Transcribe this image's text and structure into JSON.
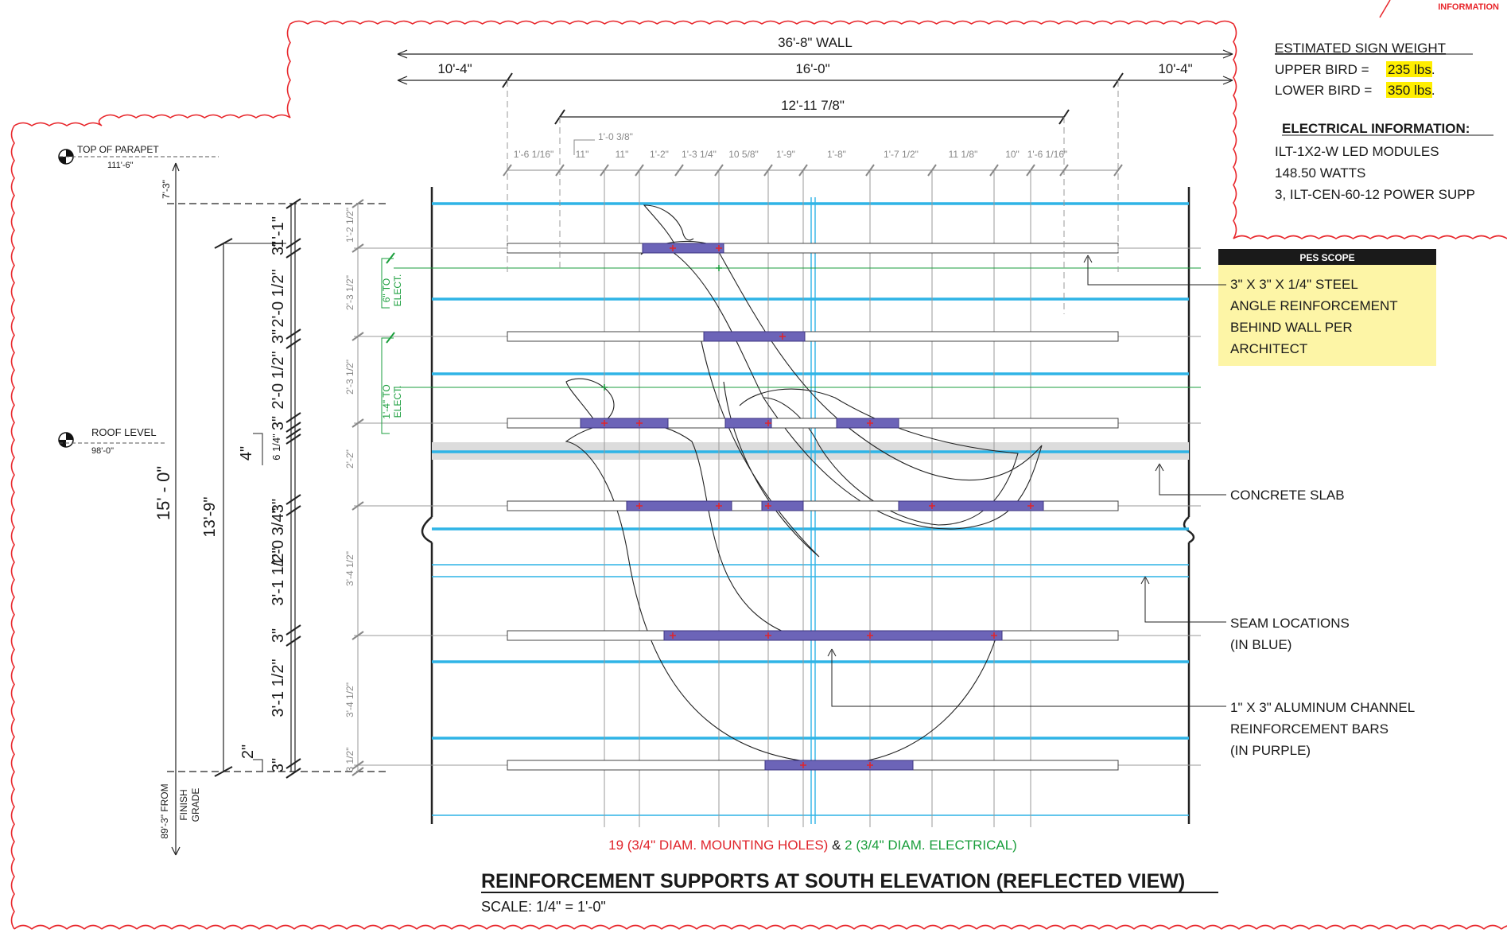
{
  "revision_tag": "INFORMATION",
  "overall_dims": {
    "wall": "36'-8\" WALL",
    "left": "10'-4\"",
    "center": "16'-0\"",
    "right": "10'-4\"",
    "inner": "12'-11 7/8\""
  },
  "spacing_dims": [
    "1'-6 1/16\"",
    "11\"",
    "11\"",
    "1'-2\"",
    "1'-3 1/4\"",
    "10 5/8\"",
    "1'-9\"",
    "1'-8\"",
    "1'-7 1/2\"",
    "11 1/8\"",
    "10\"",
    "1'-6 1/16\""
  ],
  "small_dim": "1'-0 3/8\"",
  "levels": {
    "parapet_label": "TOP OF PARAPET",
    "parapet_elev": "111'-6\"",
    "roof_label": "ROOF LEVEL",
    "roof_elev": "98'-0\"",
    "grade_dim": "89'-3\" FROM",
    "grade_line2": "FINISH",
    "grade_line3": "GRADE"
  },
  "vertical_dims": {
    "total": "15' - 0\"",
    "to_bottom_bar": "13'-9\"",
    "top_gap": "7'-3\"",
    "col3": [
      "1'-1\"",
      "2'-0 1/2\"",
      "2'-0 1/2\"",
      "6 1/4\"",
      "1'-0 3/4\"",
      "3'-1 1/2\"",
      "3'-1 1/2\""
    ],
    "bar_depths": [
      "3\"",
      "3\"",
      "3\"",
      "3\"",
      "3\"",
      "3\""
    ],
    "four_in": "4\"",
    "two_in": "2\"",
    "gray": [
      "1'-2 1/2\"",
      "2'-3 1/2\"",
      "2'-3 1/2\"",
      "2'-2\"",
      "3'-4 1/2\"",
      "3'-4 1/2\"",
      "3 1/2\""
    ],
    "elect_1_a": "6\" TO",
    "elect_1_b": "ELECT.",
    "elect_2_a": "1'-4\" TO",
    "elect_2_b": "ELECT."
  },
  "info_box": {
    "weight_title": "ESTIMATED SIGN WEIGHT",
    "upper_label": "UPPER BIRD = ",
    "upper_value": "235 lbs.",
    "lower_label": "LOWER BIRD = ",
    "lower_value": "350 lbs.",
    "elec_title": "ELECTRICAL INFORMATION:",
    "elec_1": "ILT-1X2-W LED MODULES",
    "elec_2": "148.50 WATTS",
    "elec_3": "3, ILT-CEN-60-12 POWER SUPP"
  },
  "pes": {
    "header": "PES SCOPE",
    "lines": [
      "3\" X 3\" X 1/4\" STEEL",
      "ANGLE REINFORCEMENT",
      "BEHIND WALL PER",
      "ARCHITECT"
    ]
  },
  "callouts": {
    "slab": "CONCRETE SLAB",
    "seam_1": "SEAM LOCATIONS",
    "seam_2": "(IN BLUE)",
    "channel_1": "1\" X 3\" ALUMINUM CHANNEL",
    "channel_2": "REINFORCEMENT BARS",
    "channel_3": "(IN PURPLE)"
  },
  "holes_note": {
    "red": "19 (3/4\" DIAM. MOUNTING HOLES)",
    "amp": " & ",
    "green": "2 (3/4\" DIAM. ELECTRICAL)"
  },
  "title": "REINFORCEMENT SUPPORTS AT SOUTH ELEVATION (REFLECTED VIEW)",
  "scale": "SCALE: 1/4\" = 1'-0\"",
  "colors": {
    "cloud": "#e8262b",
    "seam": "#2fb4e6",
    "channel": "#6c64b8",
    "highlight": "#ffee00",
    "pes_fill": "#fdf5a6",
    "electrical": "#1a9e3c"
  }
}
